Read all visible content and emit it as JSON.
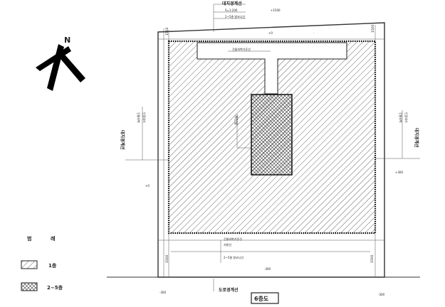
{
  "north_label": "N",
  "top_road_label": "대지경계선",
  "top_note_1": "S=1:200",
  "top_note_2": "2~5층 발코니선",
  "top_elev": "+1500",
  "top_dim_left": "1500",
  "top_dim_right": "1500",
  "upper_band_label": "건물외벽기준선",
  "core_label": "계단실",
  "left_boundary_label": "대지경계선",
  "left_note_1": "건물외벽",
  "left_note_2": "인접대지",
  "right_boundary_label": "대지경계선",
  "right_note_1": "건물외벽",
  "right_note_2": "인접대지",
  "left_elev": "+0",
  "right_elev": "+300",
  "top_center_elev": "+0",
  "bottom_note_1": "건물외벽기준선",
  "bottom_note_2": "지붕선",
  "bottom_note_3": "2~5층 발코니선",
  "bottom_dim_left": "1500",
  "bottom_dim_right": "1500",
  "bottom_elev_center": "-300",
  "bottom_elev_left": "-300",
  "bottom_elev_right": "-300",
  "bottom_road_label": "도로경계선",
  "floor_title": "6층도",
  "legend": {
    "title_1": "범",
    "title_2": "례",
    "item_1_label": "1층",
    "item_2_label": "2~5층"
  }
}
